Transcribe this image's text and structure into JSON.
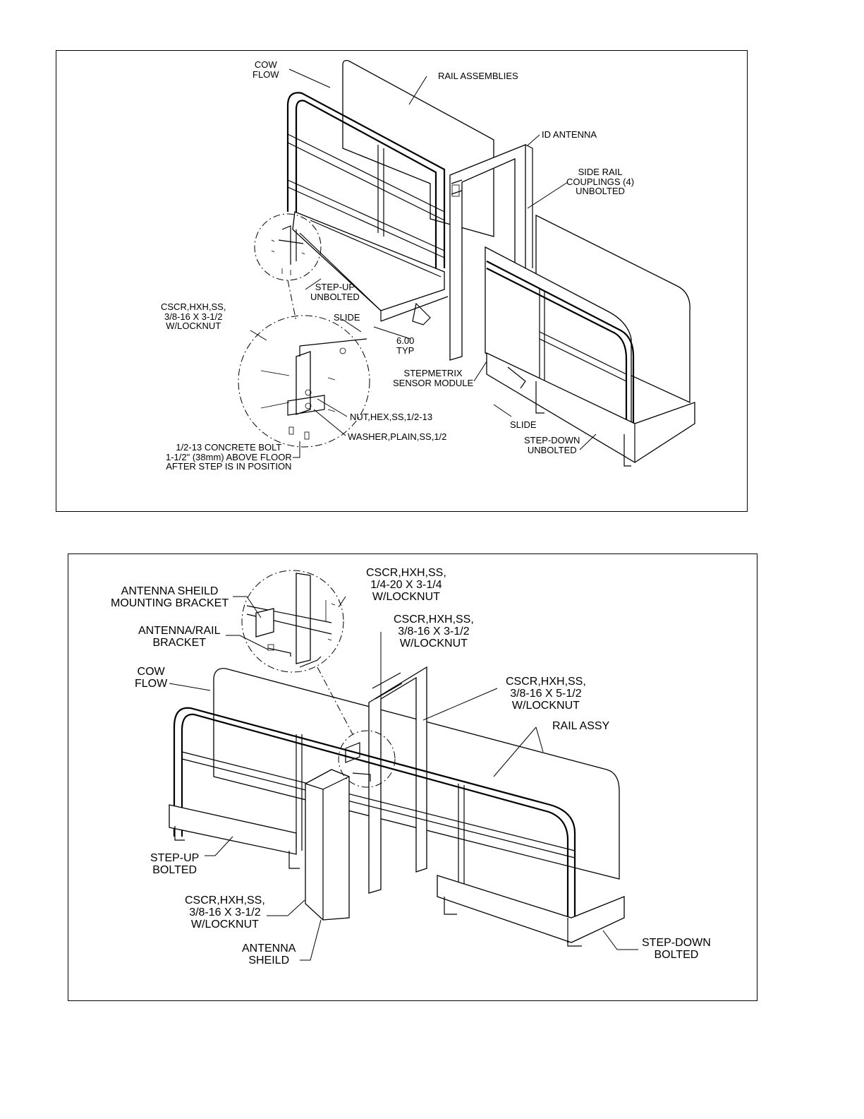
{
  "top_figure": {
    "labels": {
      "cow_flow": [
        "COW",
        "FLOW"
      ],
      "rail_assemblies": "RAIL ASSEMBLIES",
      "id_antenna": "ID ANTENNA",
      "side_rail_couplings": [
        "SIDE RAIL",
        "COUPLINGS (4)",
        "UNBOLTED"
      ],
      "step_up": [
        "STEP-UP",
        "UNBOLTED"
      ],
      "cscr_top": [
        "CSCR,HXH,SS,",
        "3/8-16 X 3-1/2",
        "W/LOCKNUT"
      ],
      "slide_left": "SLIDE",
      "dimension": [
        "6.00",
        "TYP"
      ],
      "stepmetrix": [
        "STEPMETRIX",
        "SENSOR MODULE"
      ],
      "nut": "NUT,HEX,SS,1/2-13",
      "washer": "WASHER,PLAIN,SS,1/2",
      "slide_right": "SLIDE",
      "step_down": [
        "STEP-DOWN",
        "UNBOLTED"
      ],
      "concrete_bolt": [
        "1/2-13 CONCRETE BOLT",
        "1-1/2\" (38mm) ABOVE FLOOR",
        "AFTER STEP IS IN POSITION"
      ]
    }
  },
  "bottom_figure": {
    "labels": {
      "antenna_sheild_bracket": [
        "ANTENNA SHEILD",
        "MOUNTING BRACKET"
      ],
      "cscr_14_20": [
        "CSCR,HXH,SS,",
        "1/4-20 X 3-1/4",
        "W/LOCKNUT"
      ],
      "antenna_rail_bracket": [
        "ANTENNA/RAIL",
        "BRACKET"
      ],
      "cscr_38_16_a": [
        "CSCR,HXH,SS,",
        "3/8-16 X 3-1/2",
        "W/LOCKNUT"
      ],
      "cow_flow": [
        "COW",
        "FLOW"
      ],
      "cscr_38_16_b": [
        "CSCR,HXH,SS,",
        "3/8-16 X 5-1/2",
        "W/LOCKNUT"
      ],
      "rail_assy": "RAIL ASSY",
      "step_up": [
        "STEP-UP",
        "BOLTED"
      ],
      "cscr_38_16_c": [
        "CSCR,HXH,SS,",
        "3/8-16 X 3-1/2",
        "W/LOCKNUT"
      ],
      "antenna_sheild": [
        "ANTENNA",
        "SHEILD"
      ],
      "step_down": [
        "STEP-DOWN",
        "BOLTED"
      ]
    }
  }
}
